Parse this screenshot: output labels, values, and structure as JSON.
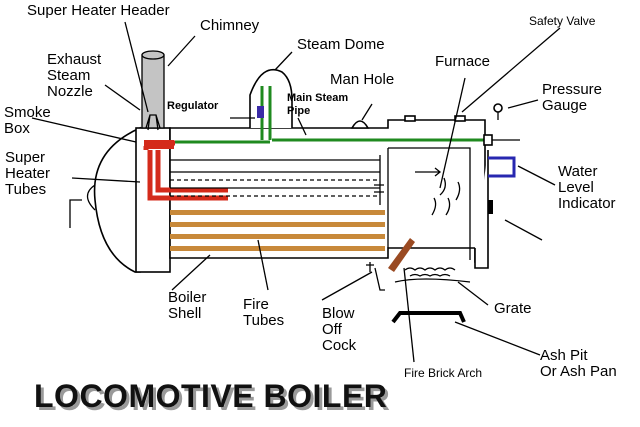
{
  "title": "LOCOMOTIVE BOILER",
  "labels": {
    "super_heater_header": "Super Heater Header",
    "chimney": "Chimney",
    "steam_dome": "Steam Dome",
    "safety_valve": "Safety Valve",
    "exhaust_steam_nozzle": [
      "Exhaust",
      "Steam",
      "Nozzle"
    ],
    "regulator": "Regulator",
    "main_steam_pipe": [
      "Main Steam",
      "Pipe"
    ],
    "man_hole": "Man Hole",
    "furnace": "Furnace",
    "pressure_gauge": [
      "Pressure",
      "Gauge"
    ],
    "smoke_box": [
      "Smoke",
      "Box"
    ],
    "super_heater_tubes": [
      "Super",
      "Heater",
      "Tubes"
    ],
    "water_level_indicator": [
      "Water",
      "Level",
      "Indicator"
    ],
    "boiler_shell": [
      "Boiler",
      "Shell"
    ],
    "fire_tubes": [
      "Fire",
      "Tubes"
    ],
    "blow_off_cock": [
      "Blow",
      "Off",
      "Cock"
    ],
    "grate": "Grate",
    "fire_brick_arch": "Fire Brick Arch",
    "ash_pit": [
      "Ash Pit",
      "Or Ash Pan"
    ]
  },
  "colors": {
    "steam_pipe": "#1f8a1f",
    "super_heater": "#d42a1a",
    "fire_tube": "#c8893a",
    "chimney": "#c4c4c4",
    "water_gauge": "#2727b0",
    "regulator": "#3a2aa6",
    "brick_arch": "#9a4a22"
  }
}
